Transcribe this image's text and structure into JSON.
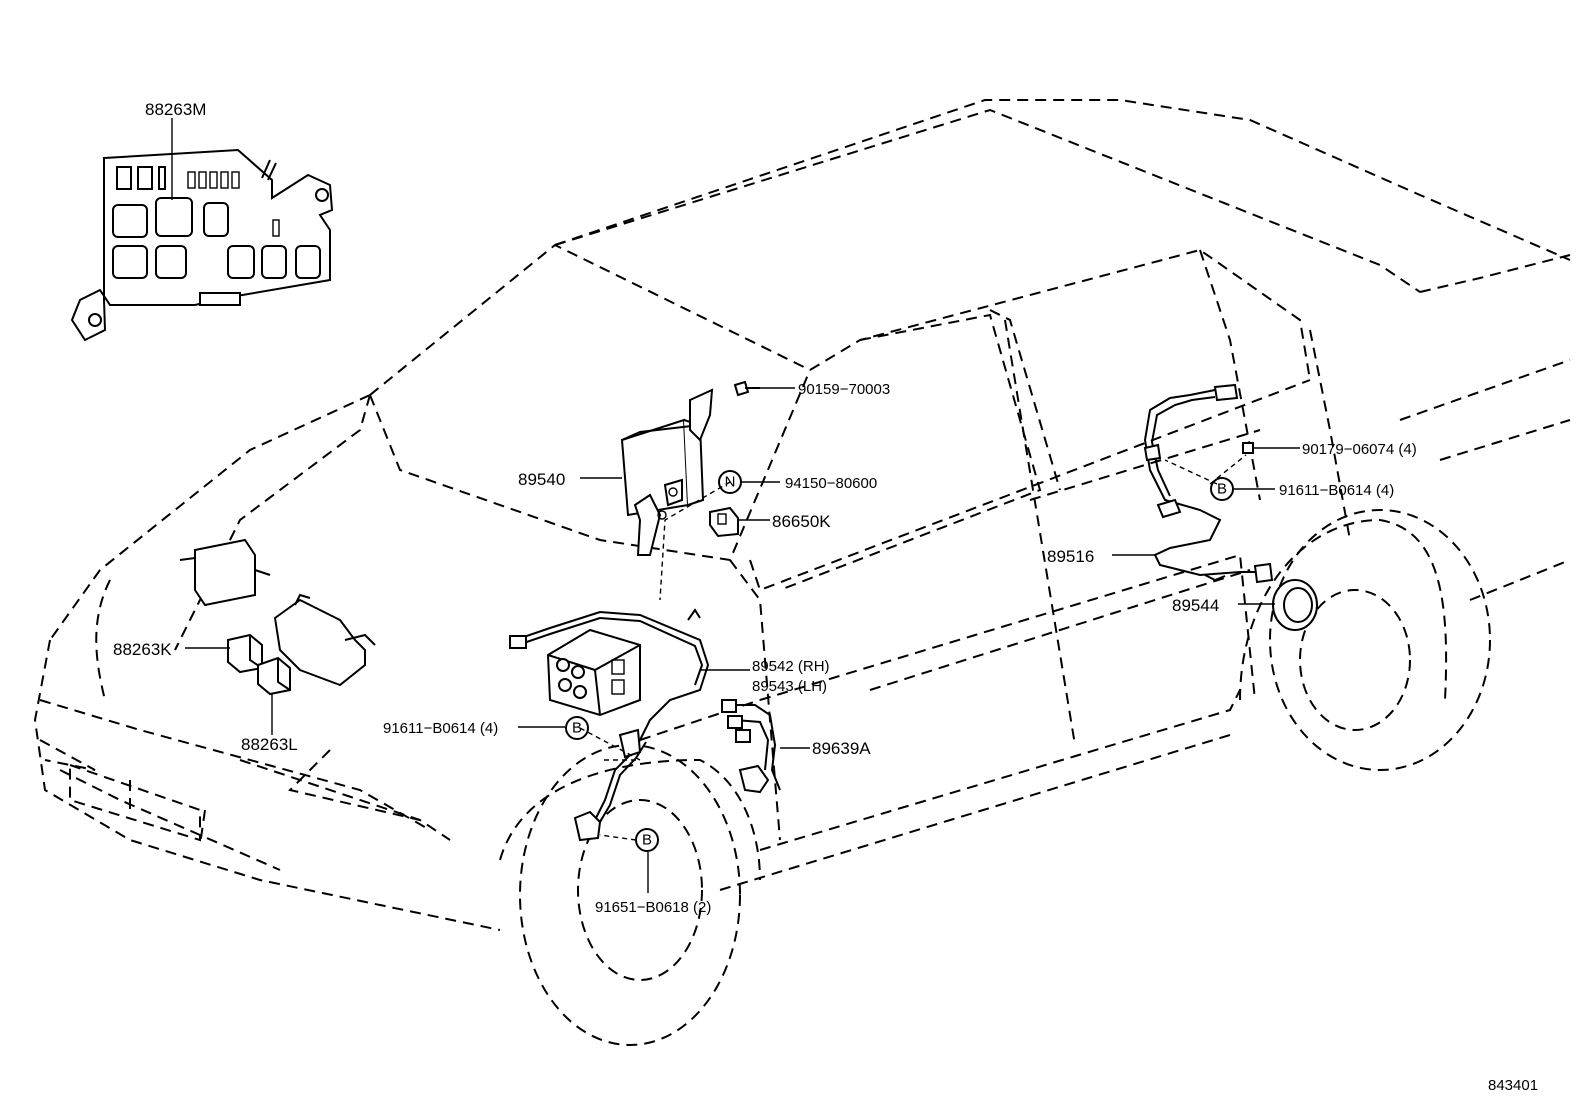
{
  "callouts": {
    "p88263M": "88263M",
    "p90159": "90159−70003",
    "p89540": "89540",
    "p94150": "94150−80600",
    "p86650K": "86650K",
    "p88263K": "88263K",
    "p88263L": "88263L",
    "p89542": "89542 (RH)",
    "p89543": "89543 (LH)",
    "p91611_front": "91611−B0614 (4)",
    "p89639A": "89639A",
    "p91651": "91651−B0618 (2)",
    "p90179": "90179−06074 (4)",
    "p91611_rear": "91611−B0614 (4)",
    "p89516": "89516",
    "p89544": "89544"
  },
  "markers": {
    "n": "N",
    "b": "B"
  },
  "illustration_number": "843401"
}
